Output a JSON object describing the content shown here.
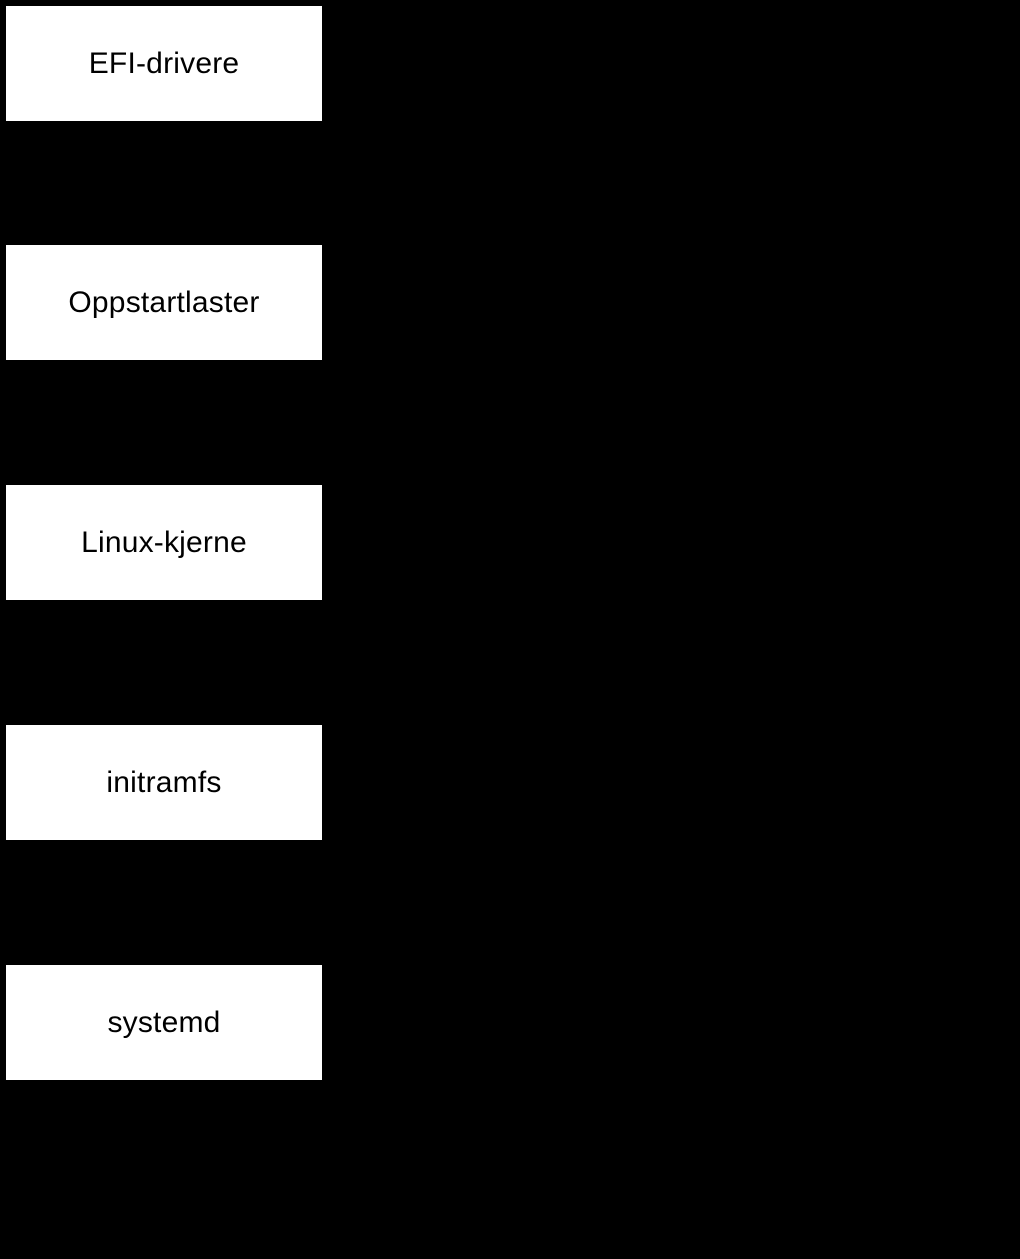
{
  "diagram": {
    "type": "flow-stages",
    "background_color": "#000000",
    "box_color": "#ffffff",
    "text_color": "#000000",
    "orientation": "vertical",
    "stages": [
      {
        "label": "EFI-drivere"
      },
      {
        "label": "Oppstartlaster"
      },
      {
        "label": "Linux-kjerne"
      },
      {
        "label": "initramfs"
      },
      {
        "label": "systemd"
      }
    ]
  }
}
